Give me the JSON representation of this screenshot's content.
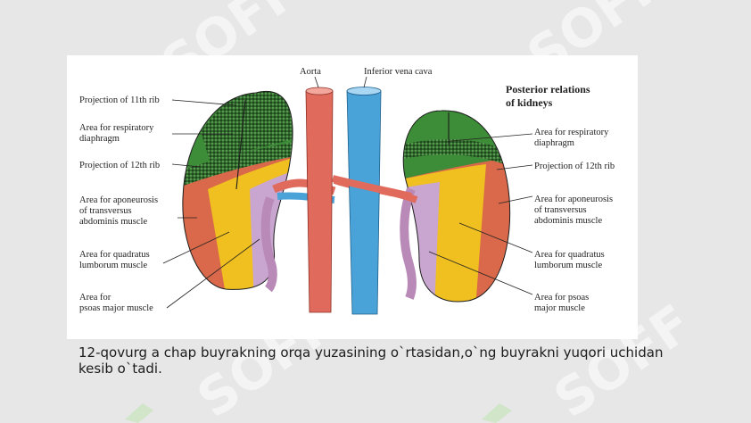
{
  "figure": {
    "vessels": {
      "aorta": "Aorta",
      "ivc": "Inferior vena cava"
    },
    "title_line1": "Posterior relations",
    "title_line2": "of kidneys",
    "left_labels": [
      [
        "Projection of 11th rib"
      ],
      [
        "Area for respiratory",
        "diaphragm"
      ],
      [
        "Projection of 12th rib"
      ],
      [
        "Area for aponeurosis",
        "of transversus",
        "abdominis muscle"
      ],
      [
        "Area for quadratus",
        "lumborum muscle"
      ],
      [
        "Area for",
        "psoas major muscle"
      ]
    ],
    "right_labels": [
      [
        "Area for respiratory",
        "diaphragm"
      ],
      [
        "Projection of 12th rib"
      ],
      [
        "Area for aponeurosis",
        "of transversus",
        "abdominis muscle"
      ],
      [
        "Area for quadratus",
        "lumborum muscle"
      ],
      [
        "Area for psoas",
        "major muscle"
      ]
    ],
    "colors": {
      "diaphragm": "#3d8c38",
      "aponeurosis": "#d9694a",
      "quadratus": "#f0c020",
      "psoas": "#c9a6cf",
      "aorta": "#e06b5c",
      "ivc": "#4aa3d8"
    }
  },
  "caption": "12-qovurg a chap buyrakning orqa yuzasining o`rtasidan,o`ng buyrakni  yuqori uchidan kesib o`tadi.",
  "watermark": "SOFF"
}
